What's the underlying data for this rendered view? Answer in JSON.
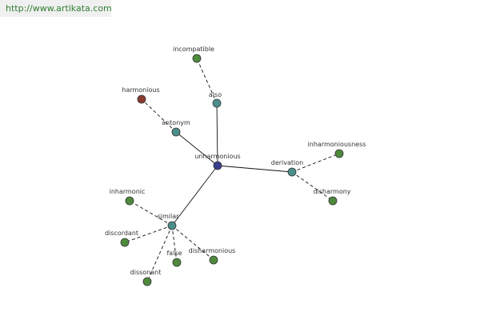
{
  "header": {
    "url": "http://www.artikata.com"
  },
  "colors": {
    "center": "#3a3e8c",
    "relation": "#4b8f8c",
    "term": "#4f8a3c",
    "antonym_term": "#8b3a32",
    "banner_bg": "#f0f0f0",
    "url_text": "#2f7d32"
  },
  "graph": {
    "center": {
      "id": "unharmonious",
      "label": "unharmonious"
    },
    "relations": [
      {
        "id": "also",
        "label": "also"
      },
      {
        "id": "antonym",
        "label": "antonym"
      },
      {
        "id": "derivation",
        "label": "derivation"
      },
      {
        "id": "similar",
        "label": "similar"
      }
    ],
    "terms": [
      {
        "id": "incompatible",
        "label": "incompatible",
        "relation": "also"
      },
      {
        "id": "harmonious",
        "label": "harmonious",
        "relation": "antonym"
      },
      {
        "id": "inharmoniousness",
        "label": "inharmoniousness",
        "relation": "derivation"
      },
      {
        "id": "disharmony",
        "label": "disharmony",
        "relation": "derivation"
      },
      {
        "id": "inharmonic",
        "label": "inharmonic",
        "relation": "similar"
      },
      {
        "id": "discordant",
        "label": "discordant",
        "relation": "similar"
      },
      {
        "id": "false",
        "label": "false",
        "relation": "similar"
      },
      {
        "id": "disharmonious",
        "label": "disharmonious",
        "relation": "similar"
      },
      {
        "id": "dissonant",
        "label": "dissonant",
        "relation": "similar"
      }
    ]
  }
}
